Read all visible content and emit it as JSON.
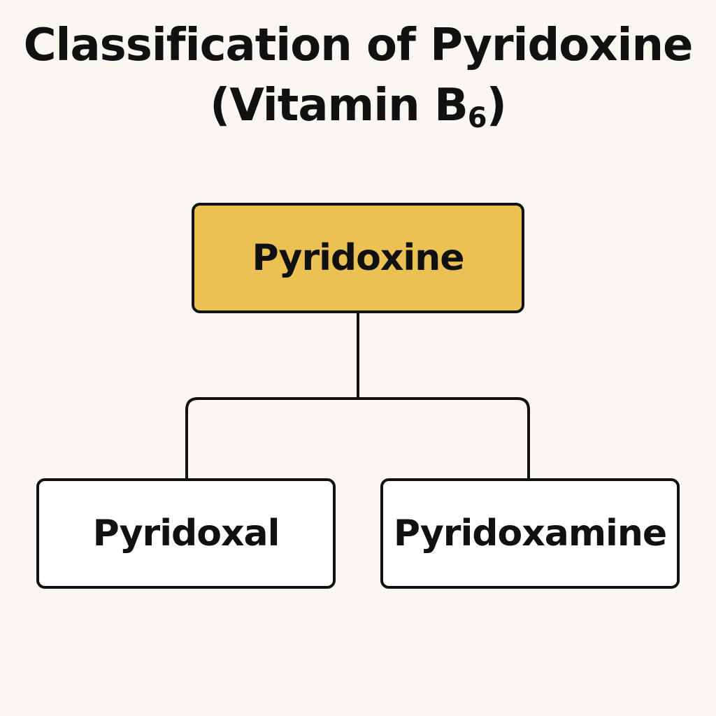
{
  "title": {
    "main": "Classification of Pyridoxine (Vitamin B",
    "subscript": "6",
    "close": ")"
  },
  "nodes": {
    "root": {
      "label": "Pyridoxine",
      "fill": "#ecc153"
    },
    "left": {
      "label": "Pyridoxal",
      "fill": "#ffffff"
    },
    "right": {
      "label": "Pyridoxamine",
      "fill": "#ffffff"
    }
  },
  "colors": {
    "background": "#faf7f3",
    "stroke": "#111111"
  }
}
